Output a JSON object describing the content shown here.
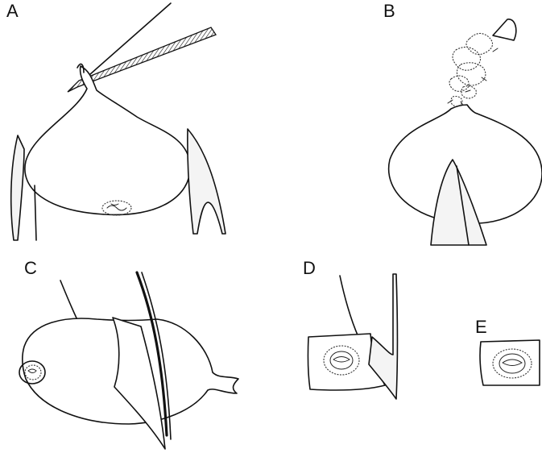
{
  "panels": [
    {
      "id": "A",
      "label": "A"
    },
    {
      "id": "B",
      "label": "B"
    },
    {
      "id": "C",
      "label": "C"
    },
    {
      "id": "D",
      "label": "D"
    },
    {
      "id": "E",
      "label": "E"
    }
  ],
  "colors": {
    "ink": "#111111",
    "background": "#ffffff"
  }
}
